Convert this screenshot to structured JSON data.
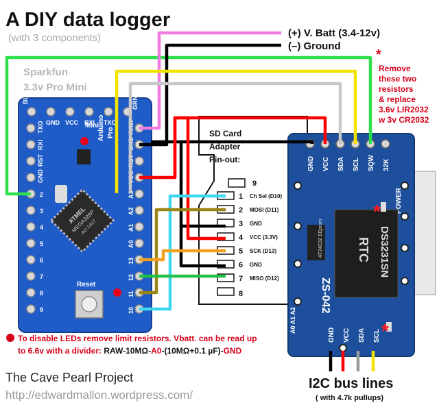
{
  "header": {
    "title": "A DIY data logger",
    "subtitle": "(with 3 components)"
  },
  "pro_mini": {
    "label_line1": "Sparkfun",
    "label_line2": "3.3v Pro Mini",
    "board_text": [
      "Arduino",
      "Pro",
      "Mini",
      "Reset"
    ],
    "pins_top": [
      "BLK",
      "GND",
      "VCC",
      "RXI",
      "TXO",
      "GRN"
    ],
    "pins_left": [
      "TXO",
      "RXI",
      "RST",
      "GND",
      "2",
      "3",
      "4",
      "5",
      "6",
      "7",
      "8",
      "9"
    ],
    "pins_right": [
      "RAW",
      "GND",
      "RST",
      "VCC",
      "A3",
      "A2",
      "A1",
      "A0",
      "13",
      "12",
      "11",
      "10"
    ],
    "chip_text": [
      "ATMEL",
      "MEGA328P",
      "AU 1417"
    ]
  },
  "power": {
    "batt_label": "(+) V. Batt  (3.4-12v)",
    "ground_label": "(–) Ground"
  },
  "rtc_note": {
    "asterisk": "*",
    "lines": [
      "Remove",
      "these two",
      "resistors",
      "& replace",
      "3.6v LIR2032",
      "w 3v CR2032"
    ]
  },
  "sd_adapter": {
    "title_lines": [
      "SD Card",
      "Adapter",
      "Pin-out:"
    ],
    "pin_nine": "9",
    "pins": [
      {
        "num": "1",
        "label": "Ch Sel (D10)"
      },
      {
        "num": "2",
        "label": "MOSI (D11)"
      },
      {
        "num": "3",
        "label": "GND"
      },
      {
        "num": "4",
        "label": "VCC (3.3V)"
      },
      {
        "num": "5",
        "label": "SCK (D13)"
      },
      {
        "num": "6",
        "label": "GND"
      },
      {
        "num": "7",
        "label": "MISO (D12)"
      },
      {
        "num": "8",
        "label": ""
      }
    ]
  },
  "rtc_module": {
    "pins_top": [
      "GND",
      "VCC",
      "SDA",
      "SCL",
      "SQW",
      "32K"
    ],
    "pins_bottom": [
      "GND",
      "VCC",
      "SDA",
      "SCL"
    ],
    "chip_label": "DS3231SN",
    "rtc_text": "RTC",
    "eeprom_text": "AT24C32 EEprom",
    "model": "ZS-042",
    "power_text": "POWER",
    "addr_pins": "A0 A1 A2"
  },
  "i2c": {
    "title": "I2C bus lines",
    "note": "( with 4.7k pullups)"
  },
  "led_note": {
    "line1": "To disable LEDs remove limit resistors.  Vbatt. can be read up",
    "line2_a": "to 6.6v with a divider: ",
    "line2_raw": "RAW",
    "line2_b": "-10MΩ-",
    "line2_a0": "A0",
    "line2_c": "-(10MΩ+0.1 µF)-",
    "line2_gnd": "GND"
  },
  "footer": {
    "project": "The Cave Pearl Project",
    "url": "http://edwardmallon.wordpress.com/"
  },
  "colors": {
    "board_blue": "#1f5cc8",
    "rtc_blue": "#1d4f9c",
    "wire_green": "#2ee04a",
    "wire_pink": "#f07be0",
    "wire_black": "#000000",
    "wire_yellow": "#f2e400",
    "wire_gray": "#c8c8c8",
    "wire_red": "#ff0000",
    "wire_cyan": "#3ed6f0",
    "wire_orange": "#f0a020",
    "wire_olive": "#9a8418",
    "wire_midgreen": "#22c046",
    "note_red": "#d8001a"
  }
}
